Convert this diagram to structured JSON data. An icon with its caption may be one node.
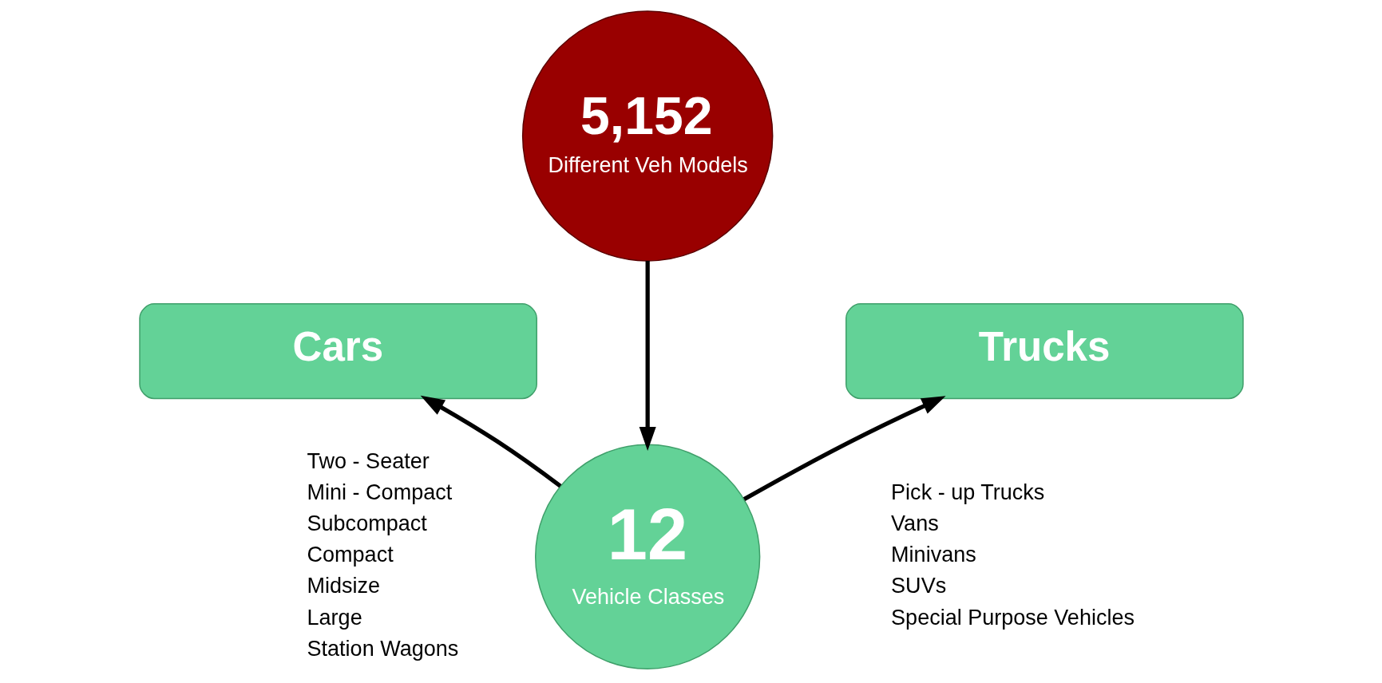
{
  "diagram": {
    "nodes": [
      {
        "text": [
          "5,152",
          "Different Veh Models"
        ]
      },
      {
        "text": [
          "Cars"
        ],
        "beside": [
          "Two - Seater",
          "Mini - Compact",
          "Subcompact",
          "Compact",
          "Midsize",
          "Large",
          "Station Wagons"
        ]
      },
      {
        "text": [
          "Trucks"
        ],
        "beside": [
          "Pick - up Trucks",
          "Vans",
          "Minivans",
          "SUVs",
          "Special Purpose Vehicles"
        ]
      },
      {
        "text": [
          "12",
          "Vehicle Classes"
        ]
      }
    ],
    "edges": [
      {
        "from": 0,
        "to": 3,
        "arrow": "to"
      },
      {
        "from": 3,
        "to": 1,
        "arrow": "to"
      },
      {
        "from": 3,
        "to": 2,
        "arrow": "to"
      }
    ]
  }
}
